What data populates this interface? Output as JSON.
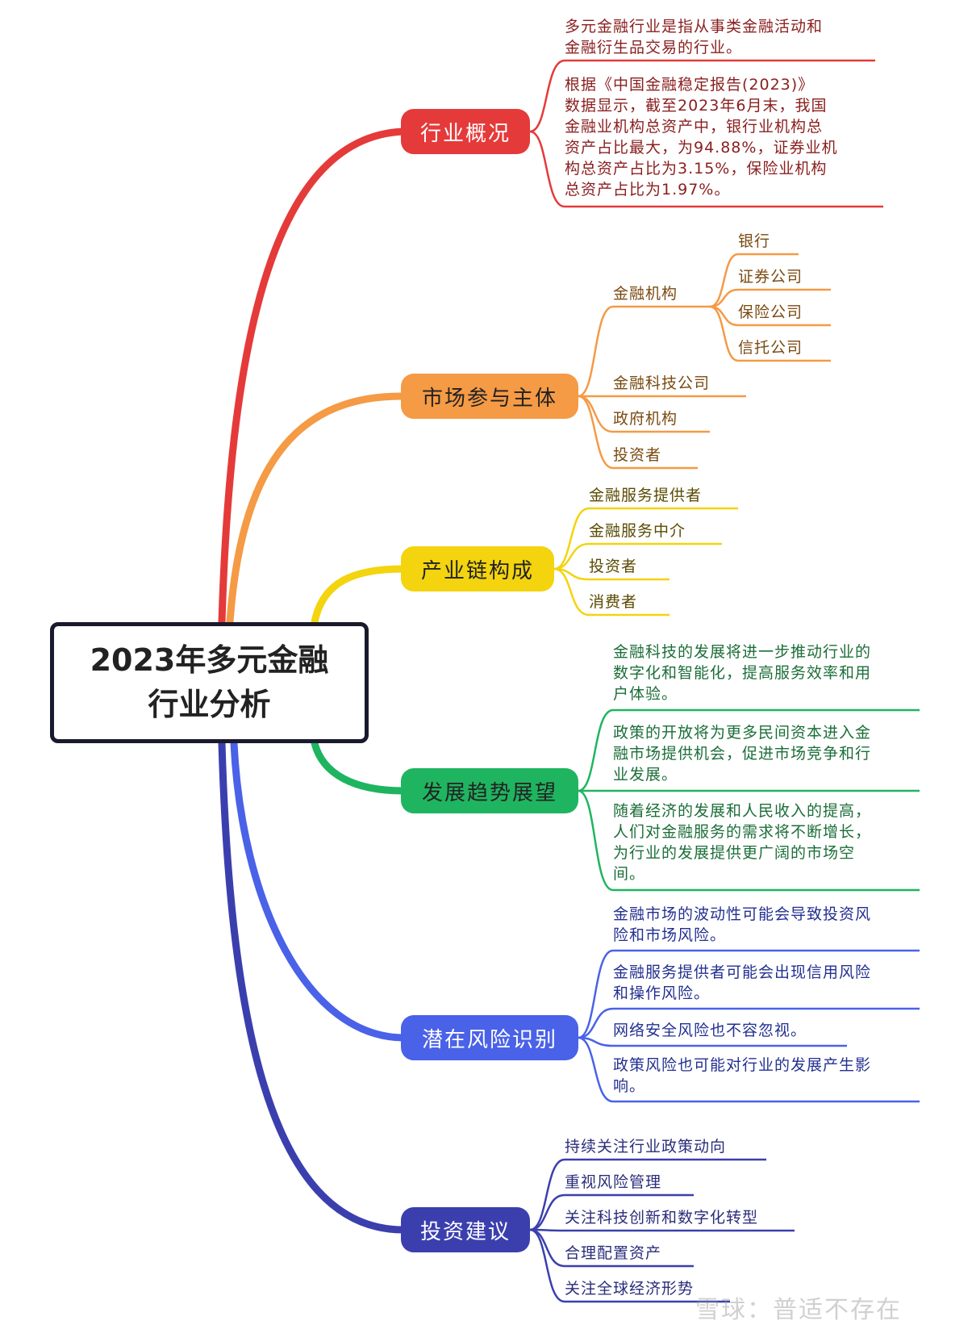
{
  "root": {
    "line1": "2023年多元金融",
    "line2": "行业分析"
  },
  "colors": {
    "red": "#e53a3a",
    "orange": "#f59a45",
    "yellow": "#f3d40f",
    "green": "#1fb560",
    "blue": "#4a62e8",
    "indigo": "#3b3fae"
  },
  "branches": {
    "overview": {
      "label": "行业概况",
      "items": [
        "多元金融行业是指从事类金融活动和\n金融衍生品交易的行业。",
        "根据《中国金融稳定报告(2023)》\n数据显示，截至2023年6月末，我国\n金融业机构总资产中，银行业机构总\n资产占比最大，为94.88%，证券业机\n构总资产占比为3.15%，保险业机构\n总资产占比为1.97%。"
      ]
    },
    "participants": {
      "label": "市场参与主体",
      "institutions": {
        "label": "金融机构",
        "items": [
          "银行",
          "证券公司",
          "保险公司",
          "信托公司"
        ]
      },
      "items": [
        "金融科技公司",
        "政府机构",
        "投资者"
      ]
    },
    "chain": {
      "label": "产业链构成",
      "items": [
        "金融服务提供者",
        "金融服务中介",
        "投资者",
        "消费者"
      ]
    },
    "trends": {
      "label": "发展趋势展望",
      "items": [
        "金融科技的发展将进一步推动行业的\n数字化和智能化，提高服务效率和用\n户体验。",
        "政策的开放将为更多民间资本进入金\n融市场提供机会，促进市场竞争和行\n业发展。",
        "随着经济的发展和人民收入的提高，\n人们对金融服务的需求将不断增长，\n为行业的发展提供更广阔的市场空\n间。"
      ]
    },
    "risks": {
      "label": "潜在风险识别",
      "items": [
        "金融市场的波动性可能会导致投资风\n险和市场风险。",
        "金融服务提供者可能会出现信用风险\n和操作风险。",
        "网络安全风险也不容忽视。",
        "政策风险也可能对行业的发展产生影\n响。"
      ]
    },
    "advice": {
      "label": "投资建议",
      "items": [
        "持续关注行业政策动向",
        "重视风险管理",
        "关注科技创新和数字化转型",
        "合理配置资产",
        "关注全球经济形势"
      ]
    }
  },
  "watermark": "雪球：普适不存在"
}
